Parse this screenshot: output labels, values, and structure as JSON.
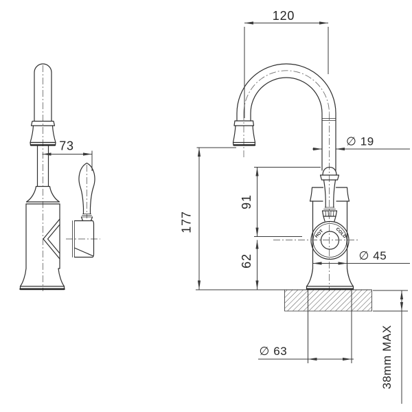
{
  "drawing": {
    "dimensions": {
      "spout_reach": {
        "label": "120"
      },
      "handle_offset": {
        "label": "73"
      },
      "spout_diameter": {
        "label": "∅ 19"
      },
      "overall_height": {
        "label": "177"
      },
      "outlet_to_handle": {
        "label": "91"
      },
      "handle_to_base": {
        "label": "62"
      },
      "body_diameter": {
        "label": "∅ 45"
      },
      "base_diameter": {
        "label": "∅ 63"
      },
      "mounting_max_thickness": {
        "label": "38mm MAX"
      }
    },
    "dial": {
      "hot": "HOT",
      "cold": "COLD"
    },
    "colors": {
      "line": "#2e2e2e",
      "dimension": "#3a3a3a",
      "centerline": "#6f6f6f",
      "background": "#ffffff"
    }
  }
}
